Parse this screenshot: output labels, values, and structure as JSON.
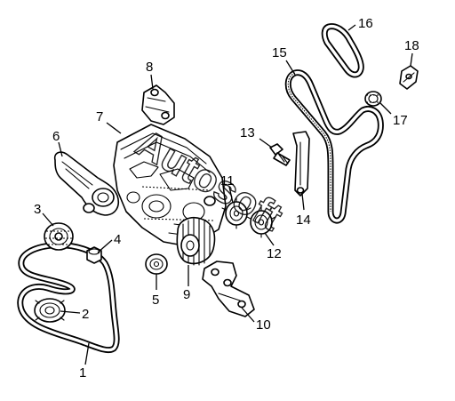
{
  "diagram": {
    "watermark_text": "Autosoft",
    "callouts": [
      {
        "id": "1",
        "label": "1"
      },
      {
        "id": "2",
        "label": "2"
      },
      {
        "id": "3",
        "label": "3"
      },
      {
        "id": "4",
        "label": "4"
      },
      {
        "id": "5",
        "label": "5"
      },
      {
        "id": "6",
        "label": "6"
      },
      {
        "id": "7",
        "label": "7"
      },
      {
        "id": "8",
        "label": "8"
      },
      {
        "id": "9",
        "label": "9"
      },
      {
        "id": "10",
        "label": "10"
      },
      {
        "id": "11",
        "label": "11"
      },
      {
        "id": "12",
        "label": "12"
      },
      {
        "id": "13",
        "label": "13"
      },
      {
        "id": "14",
        "label": "14"
      },
      {
        "id": "15",
        "label": "15"
      },
      {
        "id": "16",
        "label": "16"
      },
      {
        "id": "17",
        "label": "17"
      },
      {
        "id": "18",
        "label": "18"
      }
    ]
  }
}
